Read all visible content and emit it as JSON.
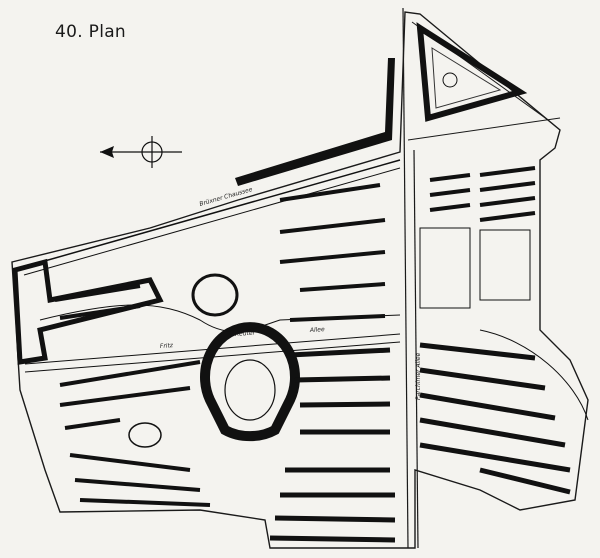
{
  "figure": {
    "caption": "40. Plan",
    "streets": {
      "upper_diagonal": "Brüxner Chaussee",
      "ring_left": "Fritz",
      "ring_top": "Reuter",
      "ring_right": "Allee",
      "vertical_right": "Parchimer Allee"
    }
  },
  "colors": {
    "ink": "#111111",
    "paper": "#f4f3ef",
    "faint": "#bdbcb8"
  },
  "icons": {
    "north_arrow": "compass-arrow-icon"
  }
}
